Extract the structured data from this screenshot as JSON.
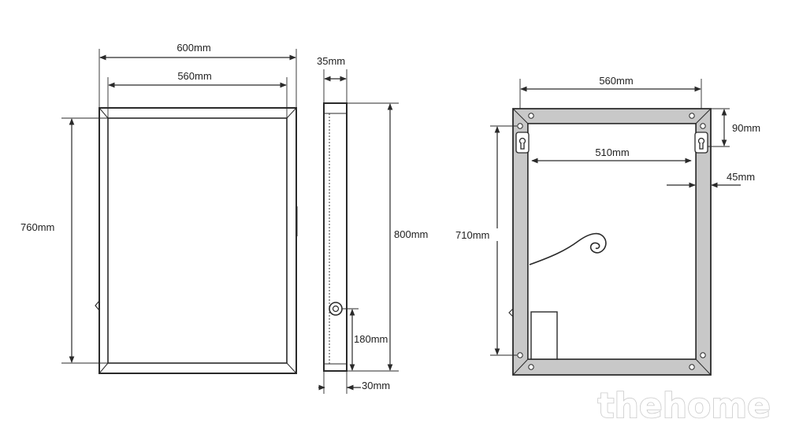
{
  "front_view": {
    "width_outer": "600mm",
    "width_inner": "560mm",
    "height_inner": "760mm"
  },
  "side_view": {
    "depth": "35mm",
    "height": "800mm",
    "socket_height": "180mm",
    "socket_depth": "30mm"
  },
  "back_view": {
    "width_mount": "560mm",
    "width_inner": "510mm",
    "height_mount": "710mm",
    "hanger_offset": "90mm",
    "frame_width": "45mm"
  },
  "watermark": "thehome",
  "colors": {
    "line": "#2a2a2a",
    "frame_fill": "#c8c8c8",
    "watermark_stroke": "#c9c9c9"
  }
}
